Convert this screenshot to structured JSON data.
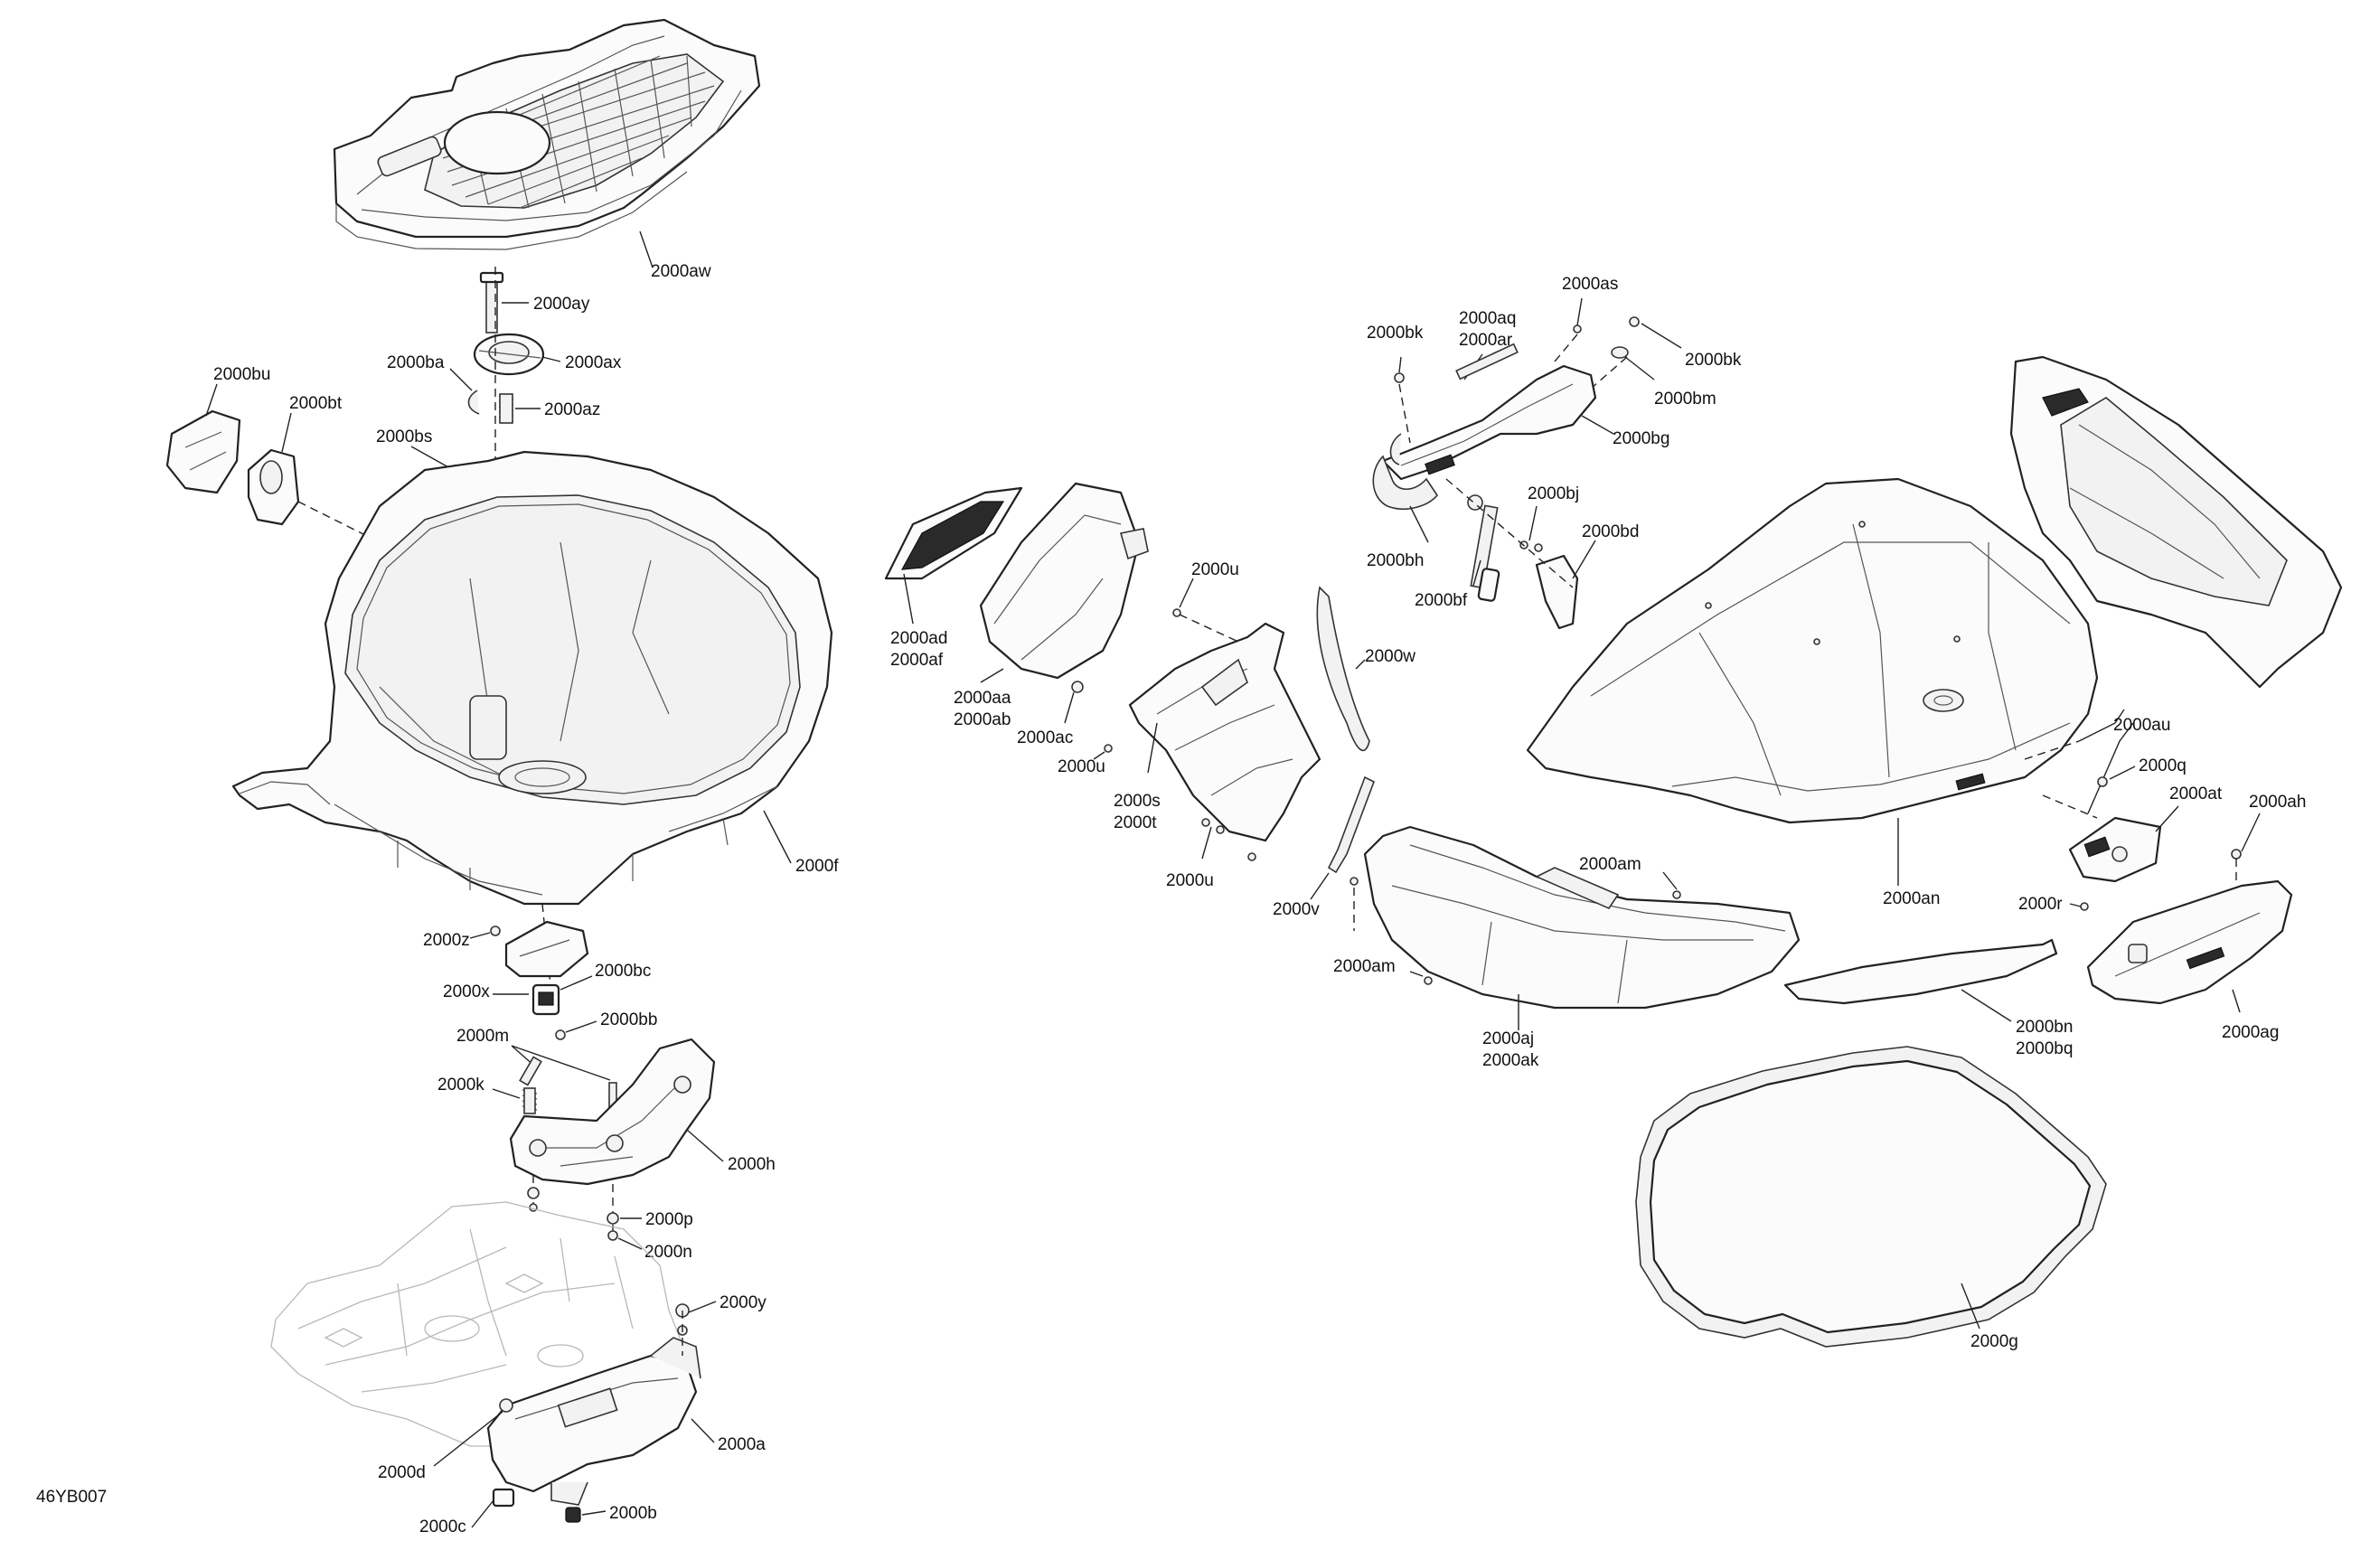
{
  "figure_code": "46YB007",
  "labels": {
    "aw": "2000aw",
    "ay": "2000ay",
    "ax": "2000ax",
    "ba": "2000ba",
    "az": "2000az",
    "bu": "2000bu",
    "bt": "2000bt",
    "bs": "2000bs",
    "f": "2000f",
    "z": "2000z",
    "x": "2000x",
    "bc": "2000bc",
    "bb": "2000bb",
    "m": "2000m",
    "k": "2000k",
    "h": "2000h",
    "p": "2000p",
    "n": "2000n",
    "y": "2000y",
    "a": "2000a",
    "d": "2000d",
    "c": "2000c",
    "b": "2000b",
    "ad": "2000ad",
    "af": "2000af",
    "aa": "2000aa",
    "ab": "2000ab",
    "ac": "2000ac",
    "u1": "2000u",
    "u2": "2000u",
    "u3": "2000u",
    "s": "2000s",
    "t": "2000t",
    "w": "2000w",
    "v": "2000v",
    "bk1": "2000bk",
    "aq": "2000aq",
    "ar": "2000ar",
    "as": "2000as",
    "bk2": "2000bk",
    "bm": "2000bm",
    "bg": "2000bg",
    "bh": "2000bh",
    "bj": "2000bj",
    "bd": "2000bd",
    "bf": "2000bf",
    "au": "2000au",
    "q": "2000q",
    "at": "2000at",
    "ah": "2000ah",
    "r": "2000r",
    "an": "2000an",
    "am1": "2000am",
    "am2": "2000am",
    "aj": "2000aj",
    "ak": "2000ak",
    "bn": "2000bn",
    "bq": "2000bq",
    "ag": "2000ag",
    "g": "2000g"
  }
}
